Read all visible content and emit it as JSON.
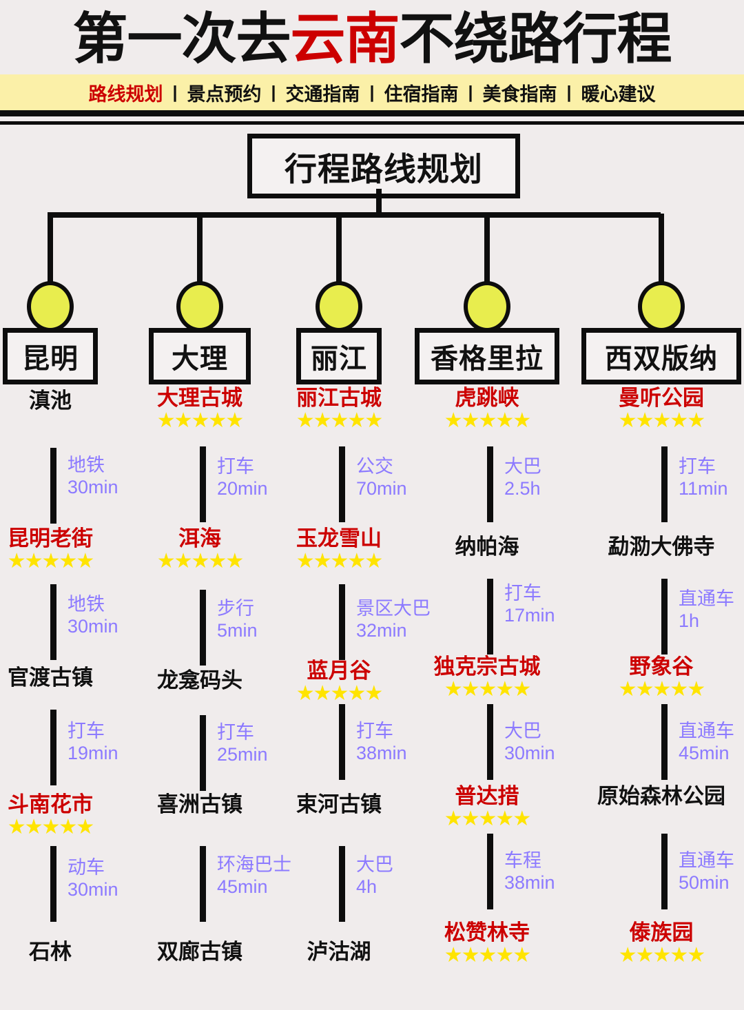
{
  "header": {
    "title_parts": [
      {
        "text": "第一次去",
        "accent": false
      },
      {
        "text": "云南",
        "accent": true
      },
      {
        "text": "不绕路行程",
        "accent": false
      }
    ],
    "title_plain": "第一次去云南不绕路行程",
    "tabs": [
      {
        "label": "路线规划",
        "active": true
      },
      {
        "label": "景点预约",
        "active": false
      },
      {
        "label": "交通指南",
        "active": false
      },
      {
        "label": "住宿指南",
        "active": false
      },
      {
        "label": "美食指南",
        "active": false
      },
      {
        "label": "暖心建议",
        "active": false
      }
    ],
    "tab_separator": "|"
  },
  "root": {
    "label": "行程路线规划"
  },
  "colors": {
    "background": "#f0ecec",
    "ink": "#0d0d0d",
    "accent_red": "#cc0000",
    "tab_band": "#fbf0a8",
    "bubble_yellow": "#e8ed4e",
    "star_yellow": "#ffe400",
    "transport_purple": "#8c7aff"
  },
  "stars_glyph": "★★★★★",
  "columns": [
    {
      "city": "昆明",
      "stops": [
        {
          "name": "滇池",
          "highlight": false,
          "stars": 0
        },
        {
          "name": "昆明老街",
          "highlight": true,
          "stars": 5
        },
        {
          "name": "官渡古镇",
          "highlight": false,
          "stars": 0
        },
        {
          "name": "斗南花市",
          "highlight": true,
          "stars": 5
        },
        {
          "name": "石林",
          "highlight": false,
          "stars": 0
        }
      ],
      "edges": [
        {
          "mode": "地铁",
          "duration": "30min"
        },
        {
          "mode": "地铁",
          "duration": "30min"
        },
        {
          "mode": "打车",
          "duration": "19min"
        },
        {
          "mode": "动车",
          "duration": "30min"
        }
      ]
    },
    {
      "city": "大理",
      "stops": [
        {
          "name": "大理古城",
          "highlight": true,
          "stars": 5
        },
        {
          "name": "洱海",
          "highlight": true,
          "stars": 5
        },
        {
          "name": "龙龛码头",
          "highlight": false,
          "stars": 0
        },
        {
          "name": "喜洲古镇",
          "highlight": false,
          "stars": 0
        },
        {
          "name": "双廊古镇",
          "highlight": false,
          "stars": 0
        }
      ],
      "edges": [
        {
          "mode": "打车",
          "duration": "20min"
        },
        {
          "mode": "步行",
          "duration": "5min"
        },
        {
          "mode": "打车",
          "duration": "25min"
        },
        {
          "mode": "环海巴士",
          "duration": "45min"
        }
      ]
    },
    {
      "city": "丽江",
      "stops": [
        {
          "name": "丽江古城",
          "highlight": true,
          "stars": 5
        },
        {
          "name": "玉龙雪山",
          "highlight": true,
          "stars": 5
        },
        {
          "name": "蓝月谷",
          "highlight": true,
          "stars": 5
        },
        {
          "name": "束河古镇",
          "highlight": false,
          "stars": 0
        },
        {
          "name": "泸沽湖",
          "highlight": false,
          "stars": 0
        }
      ],
      "edges": [
        {
          "mode": "公交",
          "duration": "70min"
        },
        {
          "mode": "景区大巴",
          "duration": "32min"
        },
        {
          "mode": "打车",
          "duration": "38min"
        },
        {
          "mode": "大巴",
          "duration": "4h"
        }
      ]
    },
    {
      "city": "香格里拉",
      "stops": [
        {
          "name": "虎跳峡",
          "highlight": true,
          "stars": 5
        },
        {
          "name": "纳帕海",
          "highlight": false,
          "stars": 0
        },
        {
          "name": "独克宗古城",
          "highlight": true,
          "stars": 5
        },
        {
          "name": "普达措",
          "highlight": true,
          "stars": 5
        },
        {
          "name": "松赞林寺",
          "highlight": true,
          "stars": 5
        }
      ],
      "edges": [
        {
          "mode": "大巴",
          "duration": "2.5h"
        },
        {
          "mode": "打车",
          "duration": "17min"
        },
        {
          "mode": "大巴",
          "duration": "30min"
        },
        {
          "mode": "车程",
          "duration": "38min"
        }
      ]
    },
    {
      "city": "西双版纳",
      "stops": [
        {
          "name": "曼听公园",
          "highlight": true,
          "stars": 5
        },
        {
          "name": "勐泐大佛寺",
          "highlight": false,
          "stars": 0
        },
        {
          "name": "野象谷",
          "highlight": true,
          "stars": 5
        },
        {
          "name": "原始森林公园",
          "highlight": false,
          "stars": 0
        },
        {
          "name": "傣族园",
          "highlight": true,
          "stars": 5
        }
      ],
      "edges": [
        {
          "mode": "打车",
          "duration": "11min"
        },
        {
          "mode": "直通车",
          "duration": "1h"
        },
        {
          "mode": "直通车",
          "duration": "45min"
        },
        {
          "mode": "直通车",
          "duration": "50min"
        }
      ]
    }
  ]
}
